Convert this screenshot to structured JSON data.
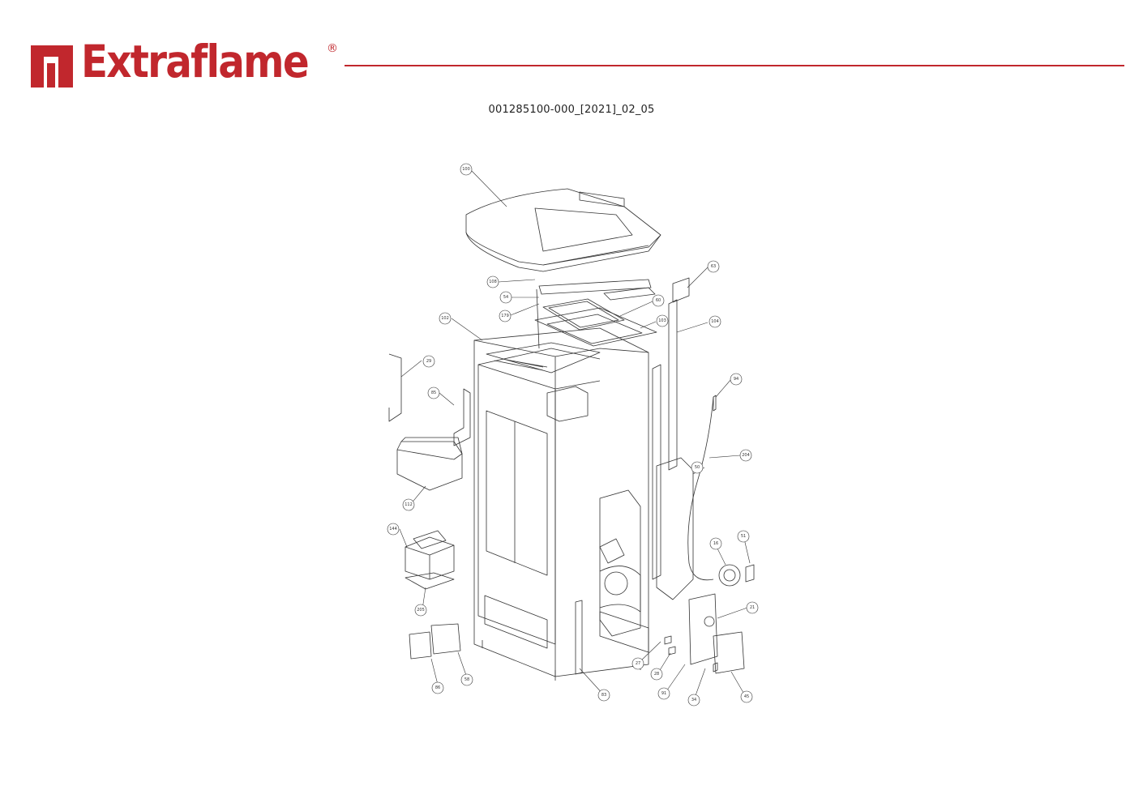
{
  "brand": {
    "name": "Extraflame",
    "registered_mark": "®",
    "color": "#c1272d"
  },
  "document": {
    "code": "001285100-000_[2021]_02_05"
  },
  "diagram": {
    "callouts": [
      "100",
      "108",
      "54",
      "179",
      "102",
      "29",
      "85",
      "112",
      "144",
      "205",
      "86",
      "58",
      "60",
      "103",
      "104",
      "50",
      "94",
      "204",
      "16",
      "51",
      "21",
      "27",
      "28",
      "91",
      "34",
      "45",
      "63",
      "83"
    ]
  }
}
